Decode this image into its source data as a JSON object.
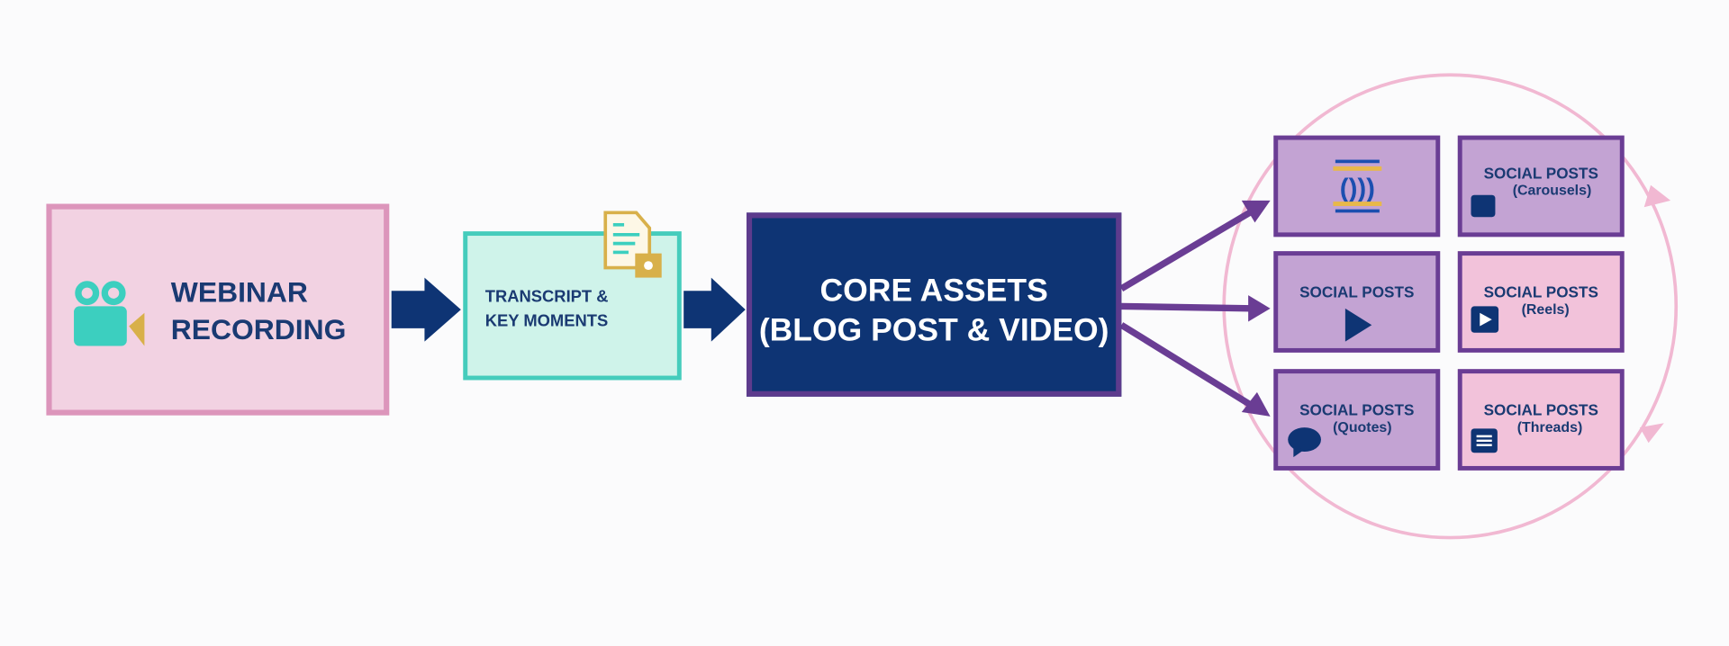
{
  "nodes": {
    "webinar": {
      "line1": "WEBINAR",
      "line2": "RECORDING",
      "icon": "video-camera-icon"
    },
    "transcript": {
      "line1": "TRANSCRIPT &",
      "line2": "KEY MOMENTS",
      "icon": "document-icon"
    },
    "core": {
      "line1": "CORE ASSETS",
      "line2": "(BLOG POST & VIDEO)"
    }
  },
  "outputs": [
    {
      "title": "",
      "subtitle": "",
      "icon": "podcast-icon"
    },
    {
      "title": "SOCIAL POSTS",
      "subtitle": "(Carousels)",
      "icon": "carousel-icon"
    },
    {
      "title": "SOCIAL POSTS",
      "subtitle": "",
      "icon": "play-icon"
    },
    {
      "title": "SOCIAL POSTS",
      "subtitle": "(Reels)",
      "icon": "reel-play-icon"
    },
    {
      "title": "SOCIAL POSTS",
      "subtitle": "(Quotes)",
      "icon": "speech-bubble-icon"
    },
    {
      "title": "SOCIAL POSTS",
      "subtitle": "(Threads)",
      "icon": "thread-list-icon"
    }
  ],
  "colors": {
    "navy": "#0e3474",
    "purple": "#6a3d94",
    "pink": "#f2c2da",
    "teal": "#45ccbc",
    "gold": "#d8b04a"
  }
}
